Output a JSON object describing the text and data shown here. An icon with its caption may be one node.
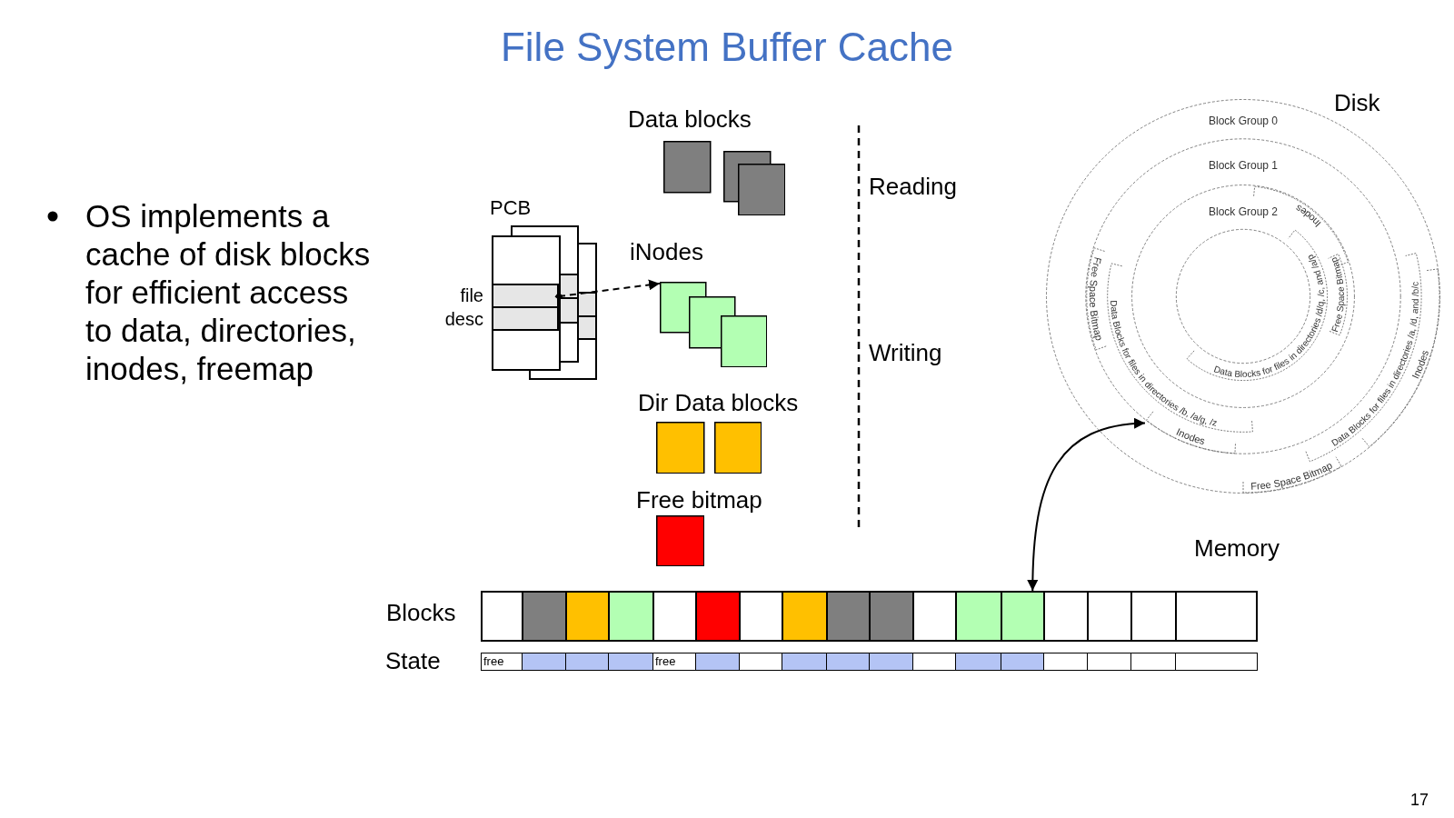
{
  "diagram": {
    "title": "File System Buffer Cache",
    "nodes": [
      {
        "text": [
          "PCB"
        ]
      },
      {
        "text": [
          "file desc"
        ],
        "in": 0
      },
      {
        "text": [
          "Data blocks"
        ]
      },
      {
        "text": [
          "iNodes"
        ]
      },
      {
        "text": [
          "Dir Data blocks"
        ]
      },
      {
        "text": [
          "Free bitmap"
        ]
      },
      {
        "text": [
          "Block Group 0",
          "Block Group 1",
          "Block Group 2",
          "Inodes",
          "Free Space Bitmap",
          "Data Blocks for files in directories /b, /a/g, /z",
          "Data Blocks for files in directories /d/q, /c, and /a/p",
          "Free Space Bitmap",
          "Data Blocks for files in directories /a, /d, and /b/c",
          "Inodes",
          "Free Space Bitmap"
        ],
        "beside": [
          "Disk"
        ]
      },
      {
        "text": [
          "Inodes"
        ],
        "in": 6
      },
      {
        "text": [
          "Blocks"
        ]
      },
      {
        "text": [],
        "shape": "box",
        "in": 8
      },
      {
        "text": [],
        "shape": "box",
        "in": 8
      },
      {
        "text": [],
        "shape": "box",
        "in": 8
      },
      {
        "text": [],
        "shape": "box",
        "in": 8
      },
      {
        "text": [],
        "shape": "box",
        "in": 8
      },
      {
        "text": [],
        "shape": "box",
        "in": 8
      },
      {
        "text": [],
        "shape": "box",
        "in": 8
      },
      {
        "text": [],
        "shape": "box",
        "in": 8
      },
      {
        "text": [],
        "shape": "box",
        "in": 8
      },
      {
        "text": [],
        "shape": "box",
        "in": 8
      },
      {
        "text": [],
        "shape": "box",
        "in": 8
      },
      {
        "text": [],
        "shape": "box",
        "in": 8
      },
      {
        "text": [],
        "shape": "box",
        "in": 8
      },
      {
        "text": [],
        "shape": "box",
        "in": 8
      },
      {
        "text": [],
        "shape": "box",
        "in": 8
      },
      {
        "text": [],
        "shape": "box",
        "in": 8
      },
      {
        "text": [],
        "shape": "box",
        "in": 8
      },
      {
        "text": [
          "State"
        ]
      },
      {
        "text": [
          "free"
        ],
        "in": 26
      },
      {
        "text": [],
        "shape": "box",
        "in": 26
      },
      {
        "text": [],
        "shape": "box",
        "in": 26
      },
      {
        "text": [],
        "shape": "box",
        "in": 26
      },
      {
        "text": [
          "free"
        ],
        "in": 26
      },
      {
        "text": [],
        "shape": "box",
        "in": 26
      },
      {
        "text": [],
        "shape": "box",
        "in": 26
      },
      {
        "text": [],
        "shape": "box",
        "in": 26
      },
      {
        "text": [],
        "shape": "box",
        "in": 26
      },
      {
        "text": [],
        "shape": "box",
        "in": 26
      },
      {
        "text": [],
        "shape": "box",
        "in": 26
      },
      {
        "text": [],
        "shape": "box",
        "in": 26
      },
      {
        "text": [],
        "shape": "box",
        "in": 26
      },
      {
        "text": [],
        "shape": "box",
        "in": 26
      },
      {
        "text": [],
        "shape": "box",
        "in": 26
      },
      {
        "text": [],
        "shape": "box",
        "in": 26
      },
      {
        "text": [],
        "shape": "box",
        "in": 26
      }
    ],
    "edges": [
      {
        "from": 1,
        "to": 3,
        "arrow": "to",
        "style": "dashed"
      },
      {
        "from": 21,
        "to": 7,
        "arrow": "both"
      }
    ],
    "labels": [
      "OS implements a cache of disk blocks for efficient access to data, directories, inodes, freemap",
      "Reading",
      "Writing",
      "Memory",
      "17"
    ]
  }
}
